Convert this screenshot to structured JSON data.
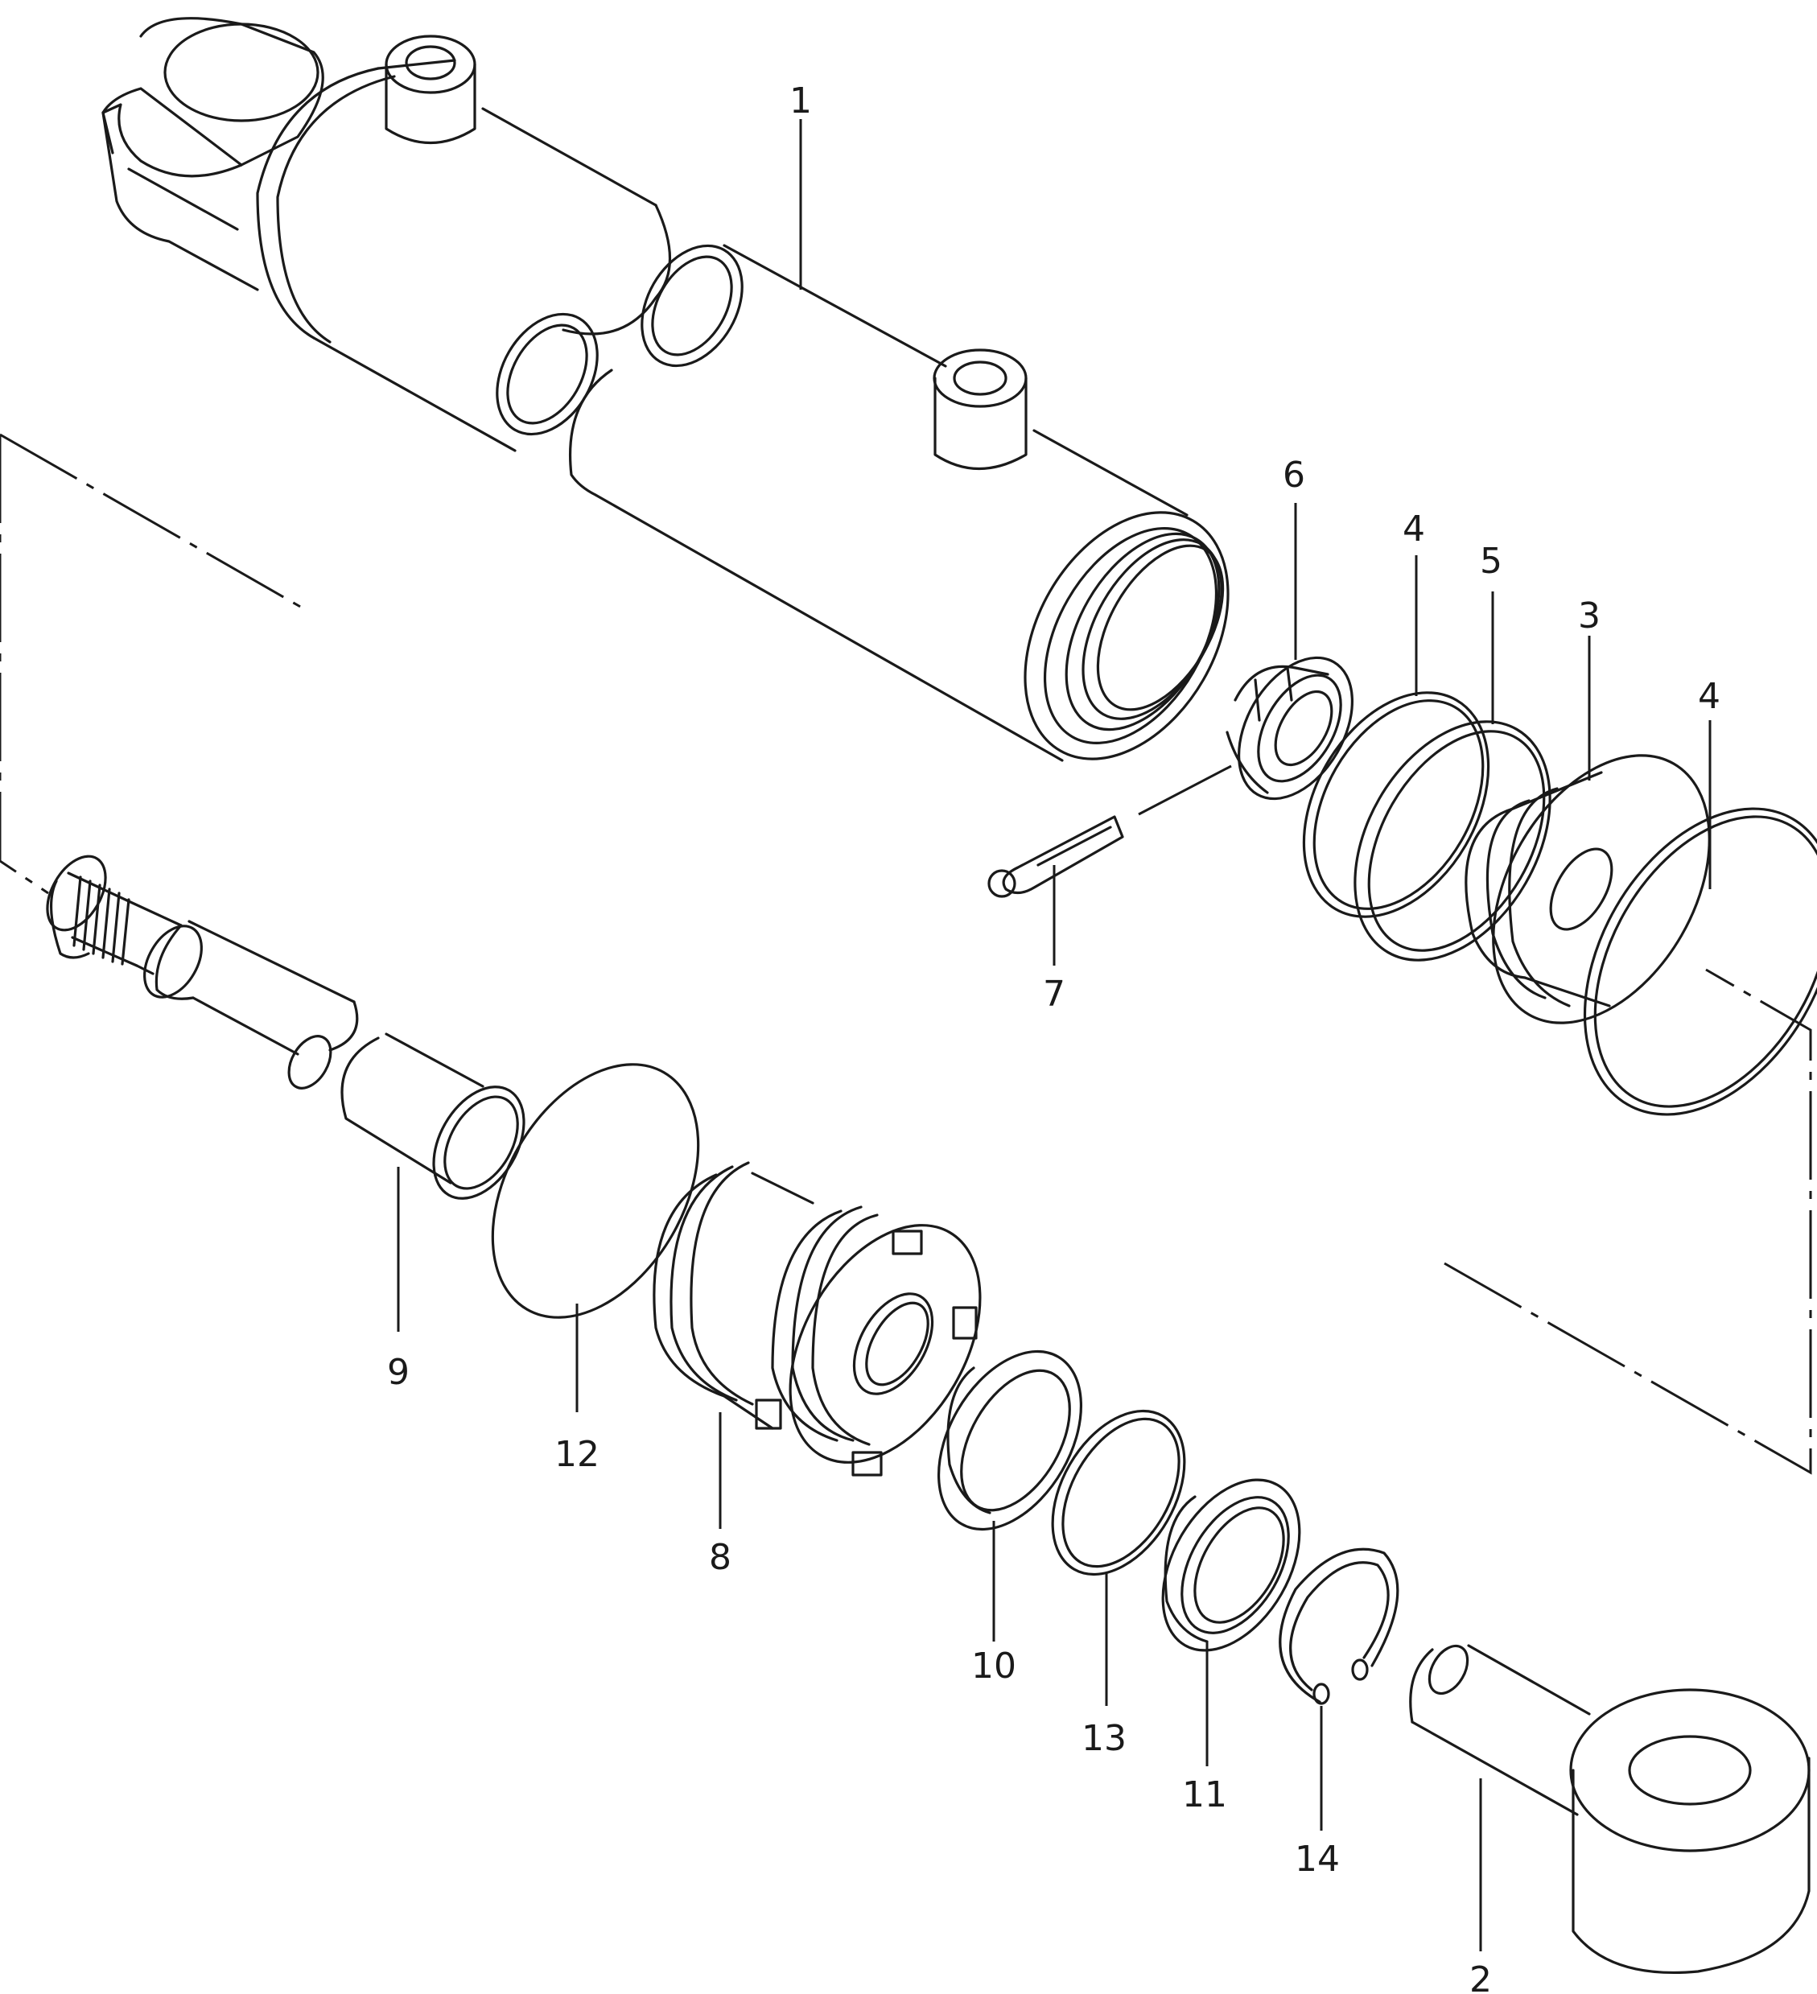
{
  "callouts": {
    "c1": "1",
    "c2": "2",
    "c3": "3",
    "c4a": "4",
    "c4b": "4",
    "c5": "5",
    "c6": "6",
    "c7": "7",
    "c8": "8",
    "c9": "9",
    "c10": "10",
    "c11": "11",
    "c12": "12",
    "c13": "13",
    "c14": "14"
  },
  "colors": {
    "line": "#1a1a1a",
    "background": "#ffffff"
  }
}
